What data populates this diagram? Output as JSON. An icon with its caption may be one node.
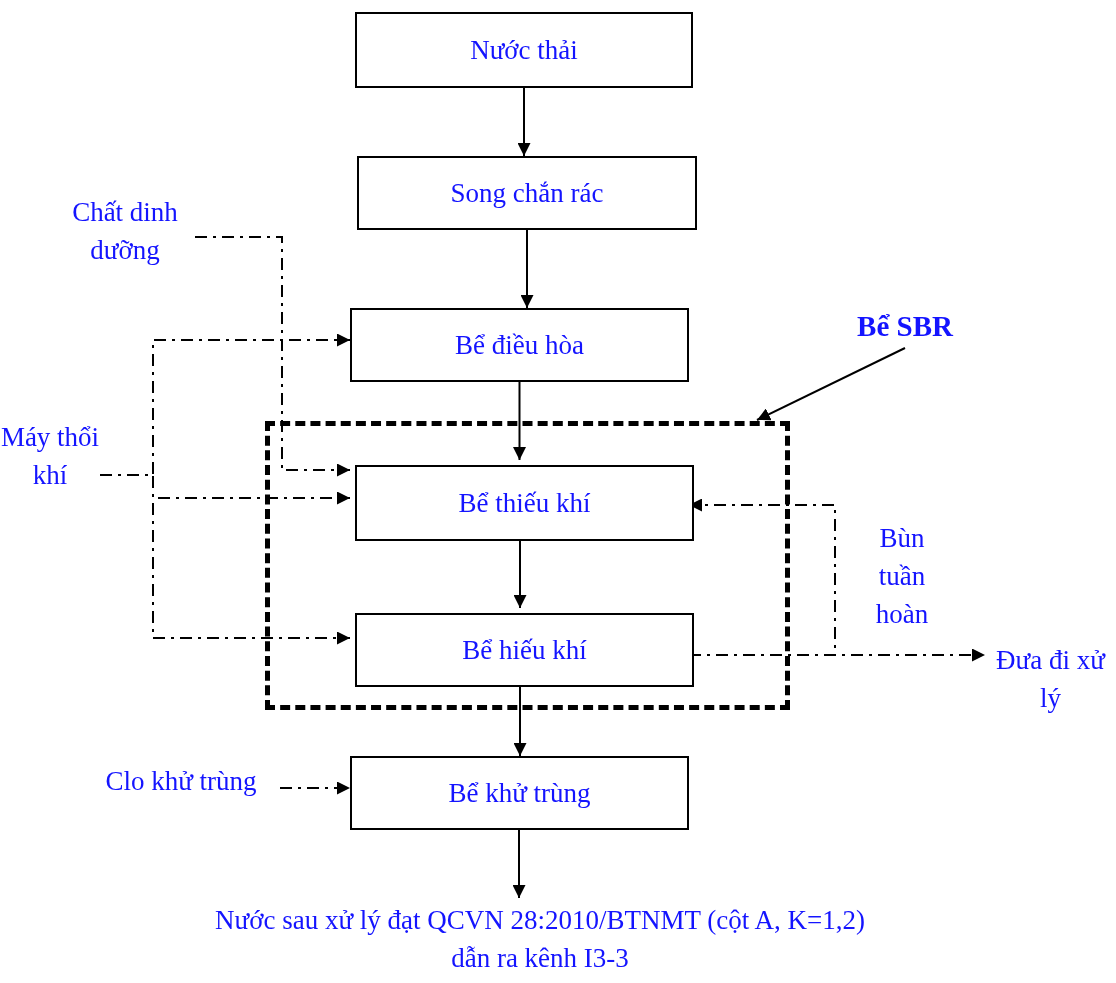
{
  "diagram": {
    "nodes": [
      {
        "text": [
          "Nước thải"
        ]
      },
      {
        "text": [
          "Song chắn rác"
        ]
      },
      {
        "text": [
          "Chất dinh dưỡng"
        ]
      },
      {
        "text": [
          "Bể SBR"
        ]
      },
      {
        "text": [
          "Bể điều hòa"
        ]
      },
      {
        "text": [
          "Máy thổi khí"
        ]
      },
      {
        "text": [],
        "shape": "box"
      },
      {
        "text": [
          "Bể thiếu khí"
        ],
        "in": 6
      },
      {
        "text": [
          "Bể hiếu khí"
        ],
        "in": 6
      },
      {
        "text": [
          "Đưa đi xử lý"
        ]
      },
      {
        "text": [
          "Clo khử trùng"
        ]
      },
      {
        "text": [
          "Bể khử trùng"
        ]
      },
      {
        "text": [
          "Nước sau xử lý đạt QCVN  28:2010/BTNMT (cột  A, K=1,2) dẫn ra kênh I3-3"
        ]
      }
    ],
    "edges": [
      {
        "from": 0,
        "to": 1,
        "arrow": "to"
      },
      {
        "from": 1,
        "to": 4,
        "arrow": "to"
      },
      {
        "from": 4,
        "to": 7,
        "arrow": "to"
      },
      {
        "from": 7,
        "to": 8,
        "arrow": "to"
      },
      {
        "from": 8,
        "to": 11,
        "arrow": "to"
      },
      {
        "from": 11,
        "to": 12,
        "arrow": "to"
      },
      {
        "from": 2,
        "to": 7,
        "arrow": "to",
        "style": "dashed"
      },
      {
        "from": 5,
        "to": 4,
        "arrow": "to",
        "style": "dashed"
      },
      {
        "from": 5,
        "to": 7,
        "arrow": "to",
        "style": "dashed"
      },
      {
        "from": 5,
        "to": 8,
        "arrow": "to",
        "style": "dashed"
      },
      {
        "from": 3,
        "to": 6,
        "arrow": "to"
      },
      {
        "from": 8,
        "to": 7,
        "arrow": "to",
        "style": "dashed",
        "label": "Bùn tuần hoàn"
      },
      {
        "from": 8,
        "to": 9,
        "arrow": "to",
        "style": "dashed"
      },
      {
        "from": 10,
        "to": 11,
        "arrow": "to",
        "style": "dashed"
      }
    ]
  }
}
